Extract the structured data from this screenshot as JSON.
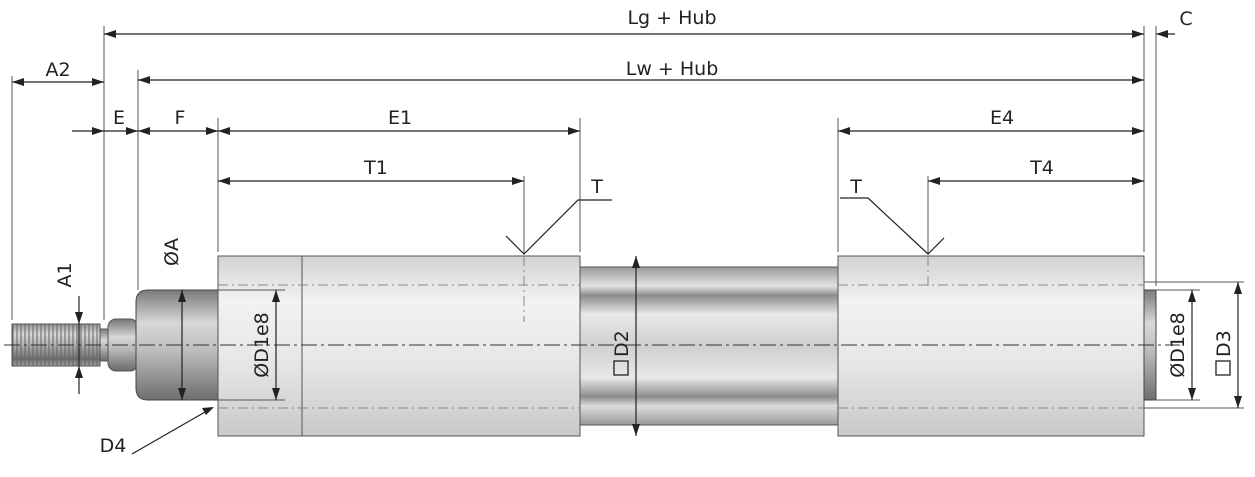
{
  "labels": {
    "lg_hub": "Lg + Hub",
    "c": "C",
    "lw_hub": "Lw + Hub",
    "a2": "A2",
    "e": "E",
    "f": "F",
    "e1": "E1",
    "e4": "E4",
    "t1": "T1",
    "t4": "T4",
    "t_left": "T",
    "t_right": "T",
    "dia_a": "ØA",
    "a1": "A1",
    "d1e8_left": "ØD1e8",
    "d2": "D2",
    "d1e8_right": "ØD1e8",
    "d3": "D3",
    "d4": "D4"
  },
  "colors": {
    "body_fill": "#e4e4e4",
    "tube_fill": "#c8c8c8",
    "rod_fill": "#b0b0b0",
    "line": "#222222"
  }
}
